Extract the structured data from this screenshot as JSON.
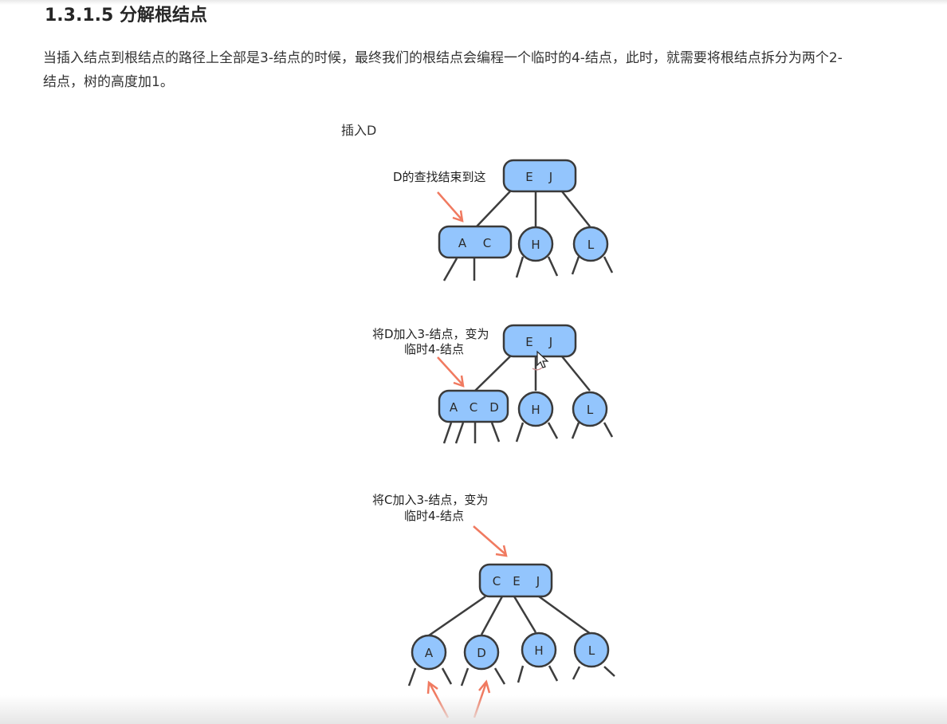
{
  "section": {
    "heading": "1.3.1.5 分解根结点",
    "paragraph_line1": "当插入结点到根结点的路径上全部是3-结点的时候，最终我们的根结点会编程一个临时的4-结点，此时，就需要将根结点拆分为两个2-",
    "paragraph_line2": "结点，树的高度加1。"
  },
  "figure": {
    "caption": "插入D",
    "step1": {
      "annotation": "D的查找结束到这",
      "root_left": "E",
      "root_right": "J",
      "node_a": "A",
      "node_c": "C",
      "node_h": "H",
      "node_l": "L"
    },
    "step2": {
      "annotation_line1": "将D加入3-结点，变为",
      "annotation_line2": "临时4-结点",
      "root_left": "E",
      "root_right": "J",
      "node_a": "A",
      "node_c": "C",
      "node_d": "D",
      "node_h": "H",
      "node_l": "L"
    },
    "step3": {
      "annotation_line1": "将C加入3-结点，变为",
      "annotation_line2": "临时4-结点",
      "root_c": "C",
      "root_e": "E",
      "root_j": "J",
      "leaf_a": "A",
      "leaf_d": "D",
      "leaf_h": "H",
      "leaf_l": "L"
    }
  },
  "colors": {
    "node_fill": "#93c5fd",
    "arrow": "#f07a60"
  }
}
